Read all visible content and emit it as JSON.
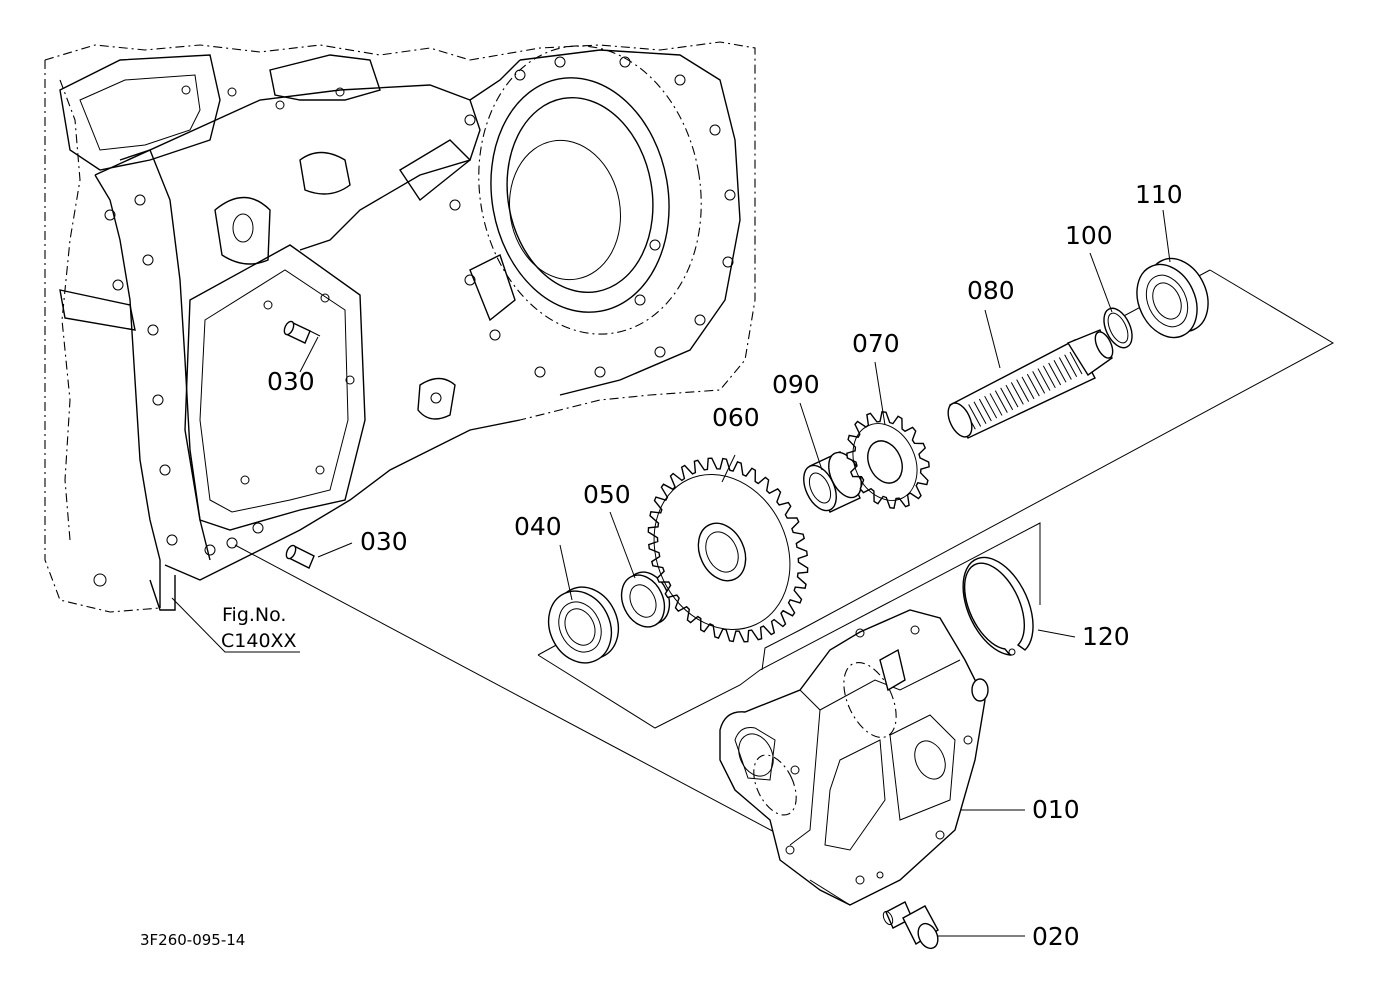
{
  "parts": [
    {
      "id": "010",
      "label": "010"
    },
    {
      "id": "020",
      "label": "020"
    },
    {
      "id": "030a",
      "label": "030"
    },
    {
      "id": "030b",
      "label": "030"
    },
    {
      "id": "040",
      "label": "040"
    },
    {
      "id": "050",
      "label": "050"
    },
    {
      "id": "060",
      "label": "060"
    },
    {
      "id": "070",
      "label": "070"
    },
    {
      "id": "080",
      "label": "080"
    },
    {
      "id": "090",
      "label": "090"
    },
    {
      "id": "100",
      "label": "100"
    },
    {
      "id": "110",
      "label": "110"
    },
    {
      "id": "120",
      "label": "120"
    }
  ],
  "figure_ref": {
    "line1": "Fig.No.",
    "line2": "C140XX"
  },
  "drawing_code": "3F260-095-14"
}
